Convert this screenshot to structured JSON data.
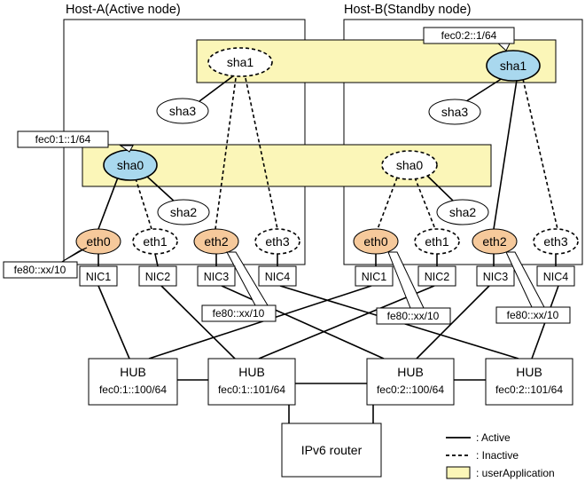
{
  "hosts": {
    "a_title": "Host-A(Active node)",
    "b_title": "Host-B(Standby node)"
  },
  "a": {
    "sha1": "sha1",
    "sha3": "sha3",
    "sha0": "sha0",
    "sha2": "sha2",
    "sha0_addr": "fec0:1::1/64",
    "eth0": "eth0",
    "eth1": "eth1",
    "eth2": "eth2",
    "eth3": "eth3",
    "eth0_ll": "fe80::xx/10",
    "eth2_ll": "fe80::xx/10",
    "nic1": "NIC1",
    "nic2": "NIC2",
    "nic3": "NIC3",
    "nic4": "NIC4"
  },
  "b": {
    "sha1": "sha1",
    "sha3": "sha3",
    "sha0": "sha0",
    "sha2": "sha2",
    "sha1_addr": "fec0:2::1/64",
    "eth0": "eth0",
    "eth1": "eth1",
    "eth2": "eth2",
    "eth3": "eth3",
    "eth0_ll": "fe80::xx/10",
    "eth2_ll": "fe80::xx/10",
    "nic1": "NIC1",
    "nic2": "NIC2",
    "nic3": "NIC3",
    "nic4": "NIC4"
  },
  "hubs": [
    {
      "label": "HUB",
      "addr": "fec0:1::100/64"
    },
    {
      "label": "HUB",
      "addr": "fec0:1::101/64"
    },
    {
      "label": "HUB",
      "addr": "fec0:2::100/64"
    },
    {
      "label": "HUB",
      "addr": "fec0:2::101/64"
    }
  ],
  "router": "IPv6 router",
  "legend": {
    "active": ": Active",
    "inactive": ": Inactive",
    "userapp": ": userApplication"
  },
  "colors": {
    "active_node": "#a9d8ee",
    "eth_active": "#f6c99b",
    "userapp": "#fbf6b8",
    "line": "#000000"
  }
}
